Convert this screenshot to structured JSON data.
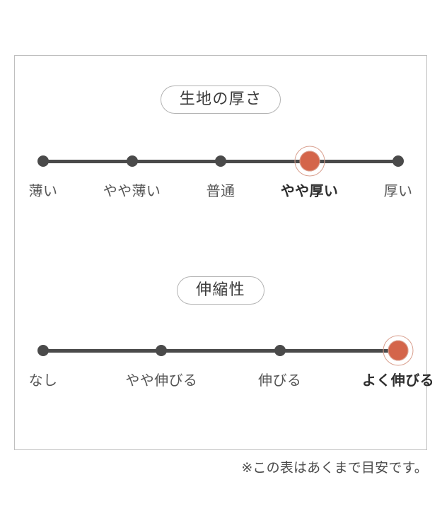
{
  "card": {
    "scales": [
      {
        "id": "fabric-thickness",
        "title": "生地の厚さ",
        "labels": [
          "薄い",
          "やや薄い",
          "普通",
          "やや厚い",
          "厚い"
        ],
        "active_index": 3,
        "active_label": "やや厚い"
      },
      {
        "id": "stretchiness",
        "title": "伸縮性",
        "labels": [
          "なし",
          "やや伸びる",
          "伸びる",
          "よく伸びる"
        ],
        "active_index": 3,
        "active_label": "よく伸びる"
      }
    ]
  },
  "footer": {
    "note": "※この表はあくまで目安です。"
  },
  "colors": {
    "active_marker": "#D4654A",
    "active_ring": "#D9A08F",
    "node": "#4A4A4A",
    "track": "#4A4A4A",
    "card_border": "#BFBFBF",
    "pill_border": "#B3B3B3",
    "text": "#555555",
    "text_active": "#2E2E2E"
  },
  "chart_data": {
    "type": "scale",
    "title": "",
    "scales": [
      {
        "name": "生地の厚さ",
        "categories": [
          "薄い",
          "やや薄い",
          "普通",
          "やや厚い",
          "厚い"
        ],
        "values": [
          0,
          0,
          0,
          1,
          0
        ],
        "selected": "やや厚い",
        "selected_index": 3,
        "steps": 5
      },
      {
        "name": "伸縮性",
        "categories": [
          "なし",
          "やや伸びる",
          "伸びる",
          "よく伸びる"
        ],
        "values": [
          0,
          0,
          0,
          1
        ],
        "selected": "よく伸びる",
        "selected_index": 3,
        "steps": 4
      }
    ],
    "annotations": [
      "※この表はあくまで目安です。"
    ]
  }
}
